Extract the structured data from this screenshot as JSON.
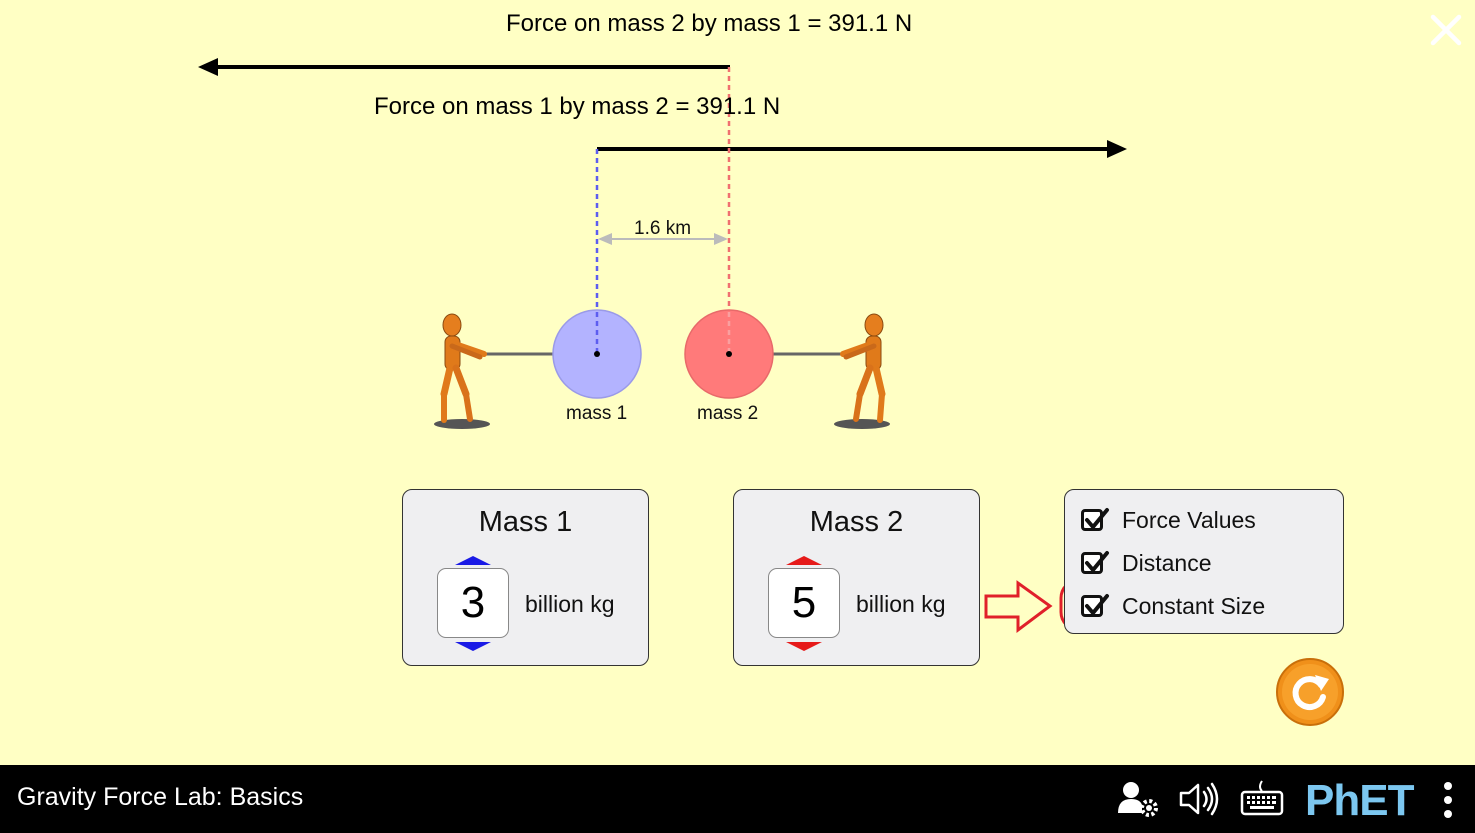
{
  "forces": {
    "on_mass2_label": "Force on mass 2 by mass 1 = 391.1 N",
    "on_mass1_label": "Force on mass 1 by mass 2 = 391.1 N"
  },
  "distance": {
    "label": "1.6 km"
  },
  "masses": {
    "mass1_label": "mass 1",
    "mass2_label": "mass 2",
    "mass1_color": "#b3b3ff",
    "mass2_color": "#ff7a7a"
  },
  "mass1_panel": {
    "title": "Mass 1",
    "value": "3",
    "unit": "billion kg",
    "arrow_color": "#1a1ae6"
  },
  "mass2_panel": {
    "title": "Mass 2",
    "value": "5",
    "unit": "billion kg",
    "arrow_color": "#e61a1a"
  },
  "options": {
    "force_values": {
      "label": "Force Values",
      "checked": true
    },
    "distance": {
      "label": "Distance",
      "checked": true
    },
    "constant_size": {
      "label": "Constant Size",
      "checked": true
    }
  },
  "annotation": {
    "highlight_color": "#e0202a"
  },
  "navbar": {
    "title": "Gravity Force Lab: Basics",
    "brand": "PhET"
  },
  "icons": {
    "close": "close-icon",
    "reset": "reset-all-icon",
    "preferences": "user-settings-icon",
    "sound": "sound-icon",
    "keyboard": "keyboard-icon",
    "menu": "vertical-dots-menu-icon"
  }
}
